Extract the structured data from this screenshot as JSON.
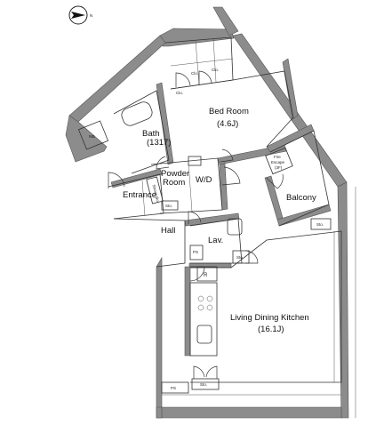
{
  "compass": {
    "label": "N"
  },
  "rooms": {
    "bedroom": {
      "name": "Bed Room",
      "size": "(4.6J)"
    },
    "bath": {
      "name": "Bath",
      "size": "(1317)"
    },
    "powder_room": {
      "line1": "Powder",
      "line2": "Room"
    },
    "wd": {
      "name": "W/D"
    },
    "entrance": {
      "name": "Entrance"
    },
    "hall": {
      "name": "Hall"
    },
    "lav": {
      "name": "Lav."
    },
    "balcony": {
      "name": "Balcony"
    },
    "ldk": {
      "name": "Living Dining Kitchen",
      "size": "(16.1J)"
    }
  },
  "small_labels": {
    "mb": "MB",
    "clo_1": "Clo.",
    "clo_2": "Clo.",
    "clo_3": "Clo.",
    "sto_entrance": "Sto.",
    "sto_lav": "Sto.",
    "sto_balcony": "Sto.",
    "sto_bottom": "Sto.",
    "ps_lav": "PS",
    "ps_bottom": "PS",
    "shoes": "Shoes Bo.",
    "fire_escape_line1": "Fire",
    "fire_escape_line2": "Escape",
    "fire_escape_line3": "(3F)",
    "refrigerator": "R"
  }
}
